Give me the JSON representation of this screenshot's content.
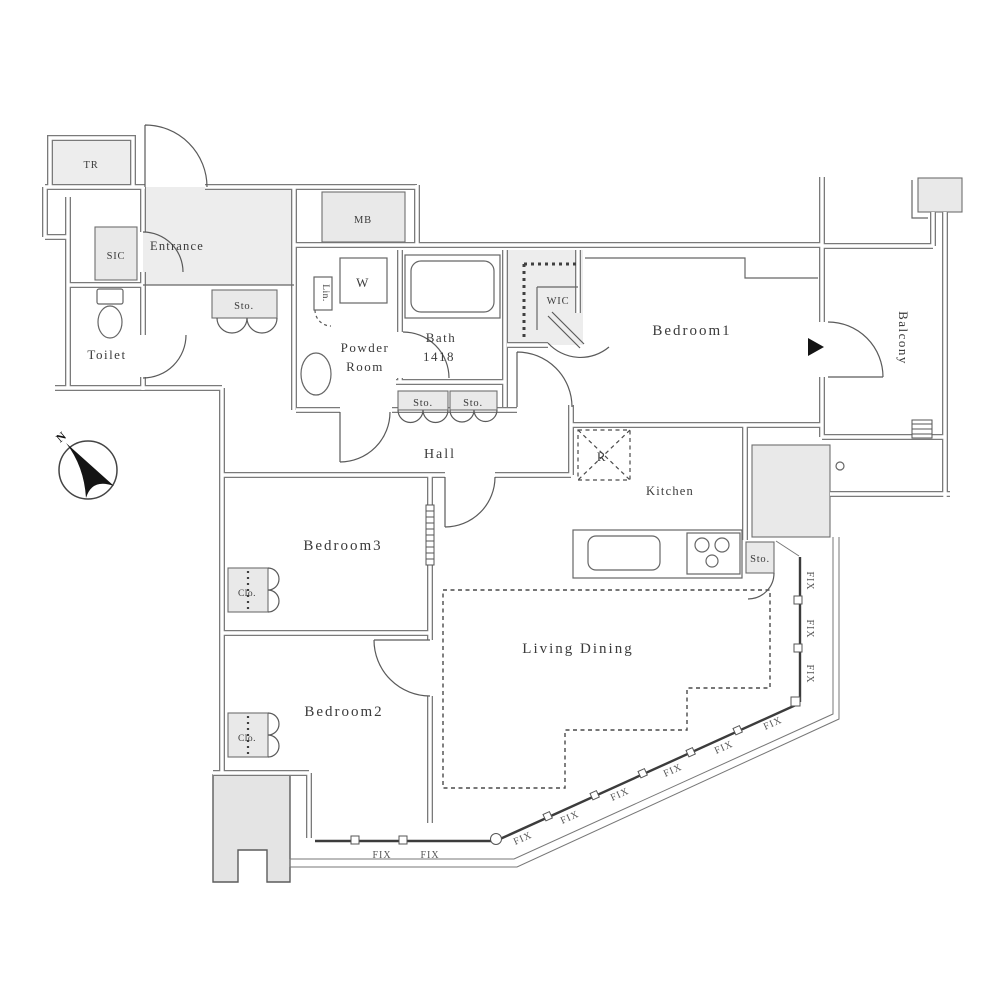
{
  "labels": {
    "tr": "TR",
    "sic": "SIC",
    "entrance": "Entrance",
    "toilet": "Toilet",
    "sto": "Sto.",
    "mb": "MB",
    "w": "W",
    "lin": "Lin.",
    "powder_line1": "Powder",
    "powder_line2": "Room",
    "bath": "Bath",
    "bath_size": "1418",
    "wic": "WIC",
    "hall": "Hall",
    "bedroom1": "Bedroom1",
    "bedroom3": "Bedroom3",
    "bedroom2": "Bedroom2",
    "kitchen": "Kitchen",
    "living_dining": "Living Dining",
    "balcony": "Balcony",
    "refrigerator": "R",
    "clo": "Clo.",
    "fix": "FIX",
    "north": "N"
  },
  "colors": {
    "wall": "#7a7a7a",
    "fill_gray": "#e9e9e9",
    "line": "#555555",
    "text": "#3b3b3b"
  }
}
